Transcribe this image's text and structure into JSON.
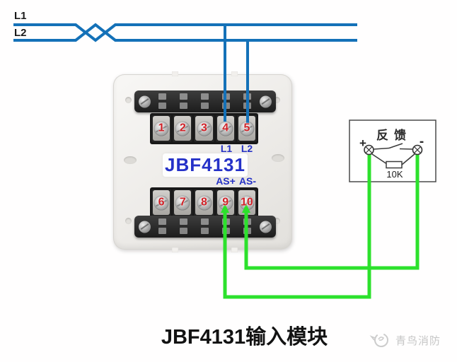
{
  "colors": {
    "wire_blue": "#1471b8",
    "wire_green": "#2ce12c",
    "terminal_number_red": "#cf2127",
    "label_blue": "#2531c5",
    "title_black": "#121212",
    "watermark_gray": "#c6c6c6"
  },
  "bus": {
    "l1_label": "L1",
    "l2_label": "L2"
  },
  "module": {
    "model": "JBF4131",
    "top_terminals": [
      "1",
      "2",
      "3",
      "4",
      "5"
    ],
    "bottom_terminals": [
      "6",
      "7",
      "8",
      "9",
      "10"
    ],
    "terminal4_label": "L1",
    "terminal5_label": "L2",
    "terminal9_label": "AS+",
    "terminal10_label": "AS-"
  },
  "feedback": {
    "title": "反馈",
    "plus_label": "+",
    "minus_label": "-",
    "resistor_value": "10K"
  },
  "caption": "JBF4131输入模块",
  "watermark": "青鸟消防"
}
